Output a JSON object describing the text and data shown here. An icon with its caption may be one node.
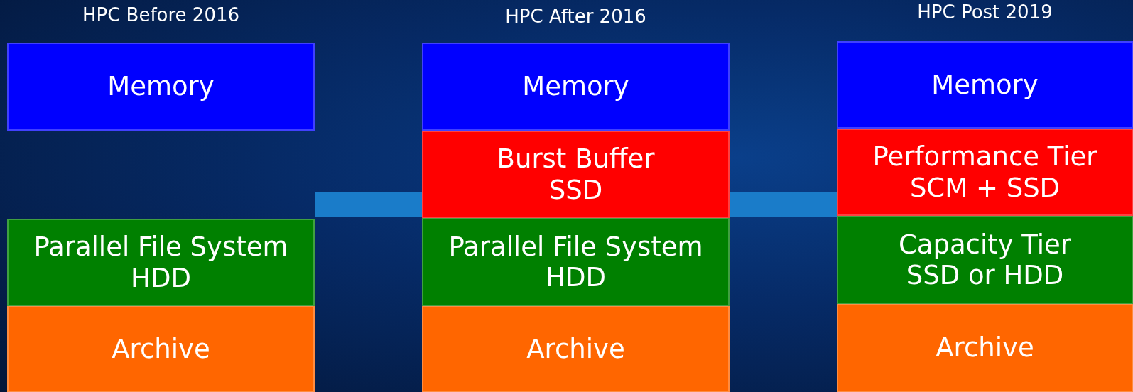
{
  "diagram": {
    "nodes": [
      {
        "text": [
          "HPC Before 2016"
        ]
      },
      {
        "text": [
          "Memory"
        ],
        "in": 0
      },
      {
        "text": [
          "Parallel File System",
          "HDD"
        ],
        "in": 0
      },
      {
        "text": [
          "Archive"
        ],
        "in": 0
      },
      {
        "text": [
          "HPC After 2016"
        ]
      },
      {
        "text": [
          "Memory"
        ],
        "in": 4
      },
      {
        "text": [
          "Burst Buffer",
          "SSD"
        ],
        "in": 4
      },
      {
        "text": [
          "Parallel File System",
          "HDD"
        ],
        "in": 4
      },
      {
        "text": [
          "Archive"
        ],
        "in": 4
      },
      {
        "text": [
          "HPC Post 2019"
        ]
      },
      {
        "text": [
          "Memory"
        ],
        "in": 9
      },
      {
        "text": [
          "Performance Tier",
          "SCM + SSD"
        ],
        "in": 9
      },
      {
        "text": [
          "Capacity Tier",
          "SSD or HDD"
        ],
        "in": 9
      },
      {
        "text": [
          "Archive"
        ],
        "in": 9
      }
    ],
    "edges": [
      {
        "from": 0,
        "to": 4,
        "arrow": "to"
      },
      {
        "from": 4,
        "to": 9,
        "arrow": "to"
      }
    ]
  }
}
